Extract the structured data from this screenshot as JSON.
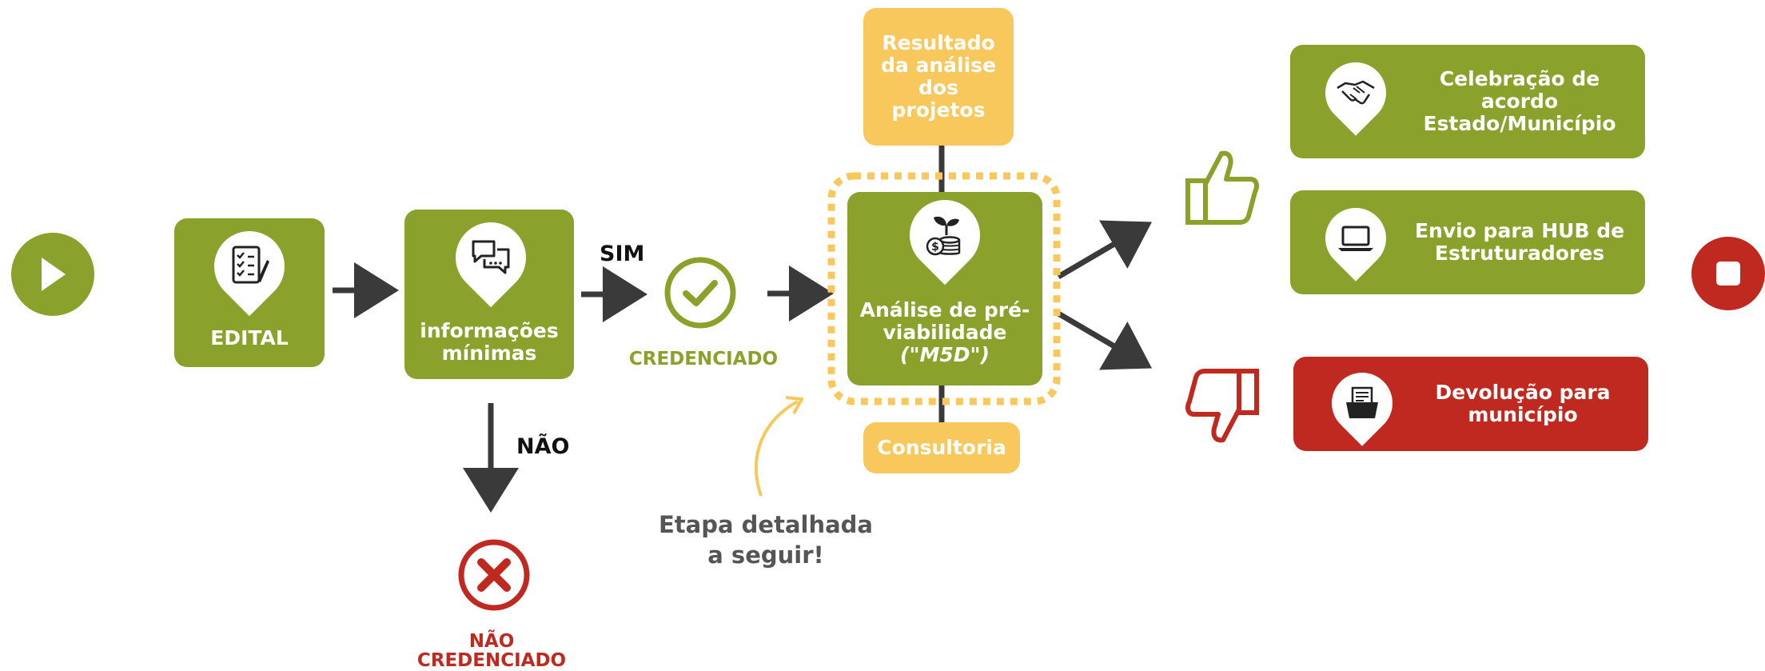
{
  "colors": {
    "green": "#8aa12b",
    "red": "#c0291f",
    "yellow": "#f9c85c",
    "dark": "#3a3a3a"
  },
  "steps": {
    "edital": "EDITAL",
    "info_line1": "informações",
    "info_line2": "mínimas",
    "credenciado": "CREDENCIADO",
    "nao_credenciado_line1": "NÃO",
    "nao_credenciado_line2": "CREDENCIADO",
    "analise_line1": "Análise de pré-",
    "analise_line2": "viabilidade",
    "analise_line3": "(\"M5D\")",
    "resultado_line1": "Resultado",
    "resultado_line2": "da análise",
    "resultado_line3": "dos",
    "resultado_line4": "projetos",
    "consultoria": "Consultoria"
  },
  "branches": {
    "sim": "SIM",
    "nao": "NÃO"
  },
  "annotation": {
    "line1": "Etapa detalhada",
    "line2": "a seguir!"
  },
  "outcomes": {
    "celebracao_line1": "Celebração de",
    "celebracao_line2": "acordo",
    "celebracao_line3": "Estado/Município",
    "envio_line1": "Envio para HUB de",
    "envio_line2": "Estruturadores",
    "devolucao_line1": "Devolução para",
    "devolucao_line2": "município"
  },
  "icons": [
    "play-icon",
    "checklist-icon",
    "chat-icon",
    "check-circle-icon",
    "x-circle-icon",
    "plant-coins-icon",
    "thumbs-up-icon",
    "thumbs-down-icon",
    "handshake-icon",
    "laptop-icon",
    "file-folder-icon",
    "stop-icon"
  ]
}
